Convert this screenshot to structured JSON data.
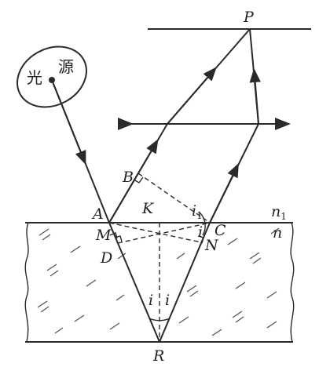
{
  "source": {
    "char1": "光",
    "char2": "源"
  },
  "points": {
    "P": "P",
    "B": "B",
    "A": "A",
    "K": "K",
    "C": "C",
    "M": "M",
    "D": "D",
    "N": "N",
    "R": "R"
  },
  "angles": {
    "i1_base": "i",
    "i1_sub": "1",
    "i_mid": "i",
    "i_left": "i",
    "i_right": "i"
  },
  "media": {
    "n1_base": "n",
    "n1_sub": "1",
    "n": "n"
  }
}
